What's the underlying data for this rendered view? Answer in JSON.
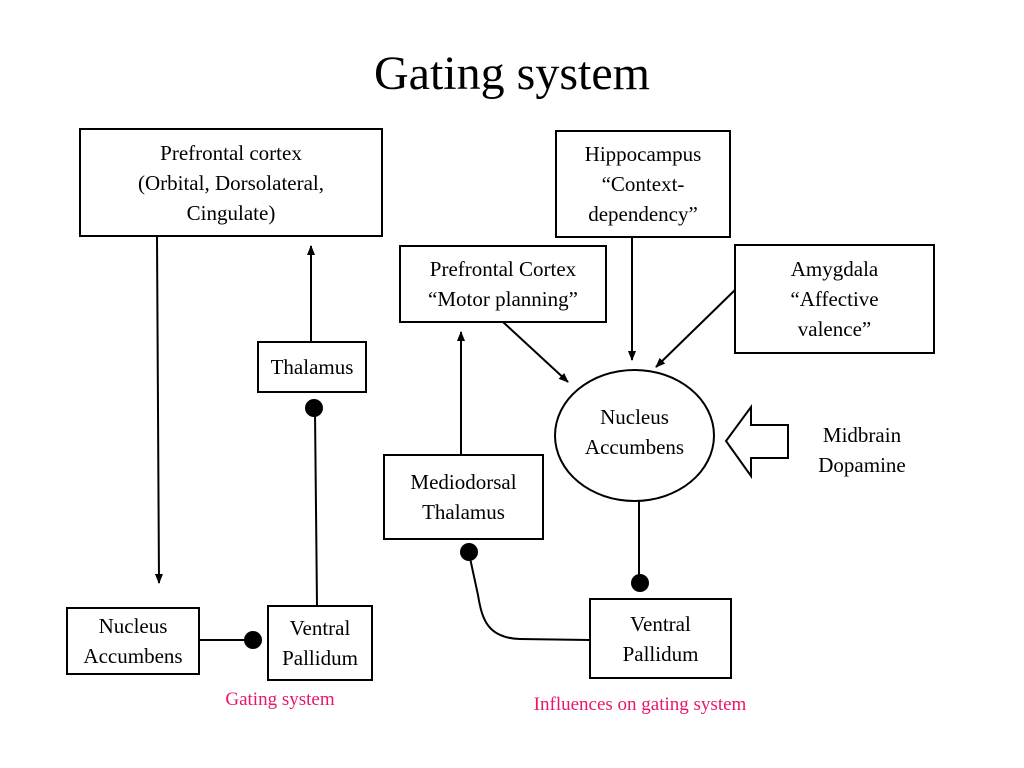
{
  "title": "Gating system",
  "nodes": {
    "pfc_main": [
      "Prefrontal cortex",
      "(Orbital, Dorsolateral,",
      "Cingulate)"
    ],
    "thalamus": [
      "Thalamus"
    ],
    "nacc_left": [
      "Nucleus",
      "Accumbens"
    ],
    "vp_left": [
      "Ventral",
      "Pallidum"
    ],
    "hippocampus": [
      "Hippocampus",
      "“Context-",
      "dependency”"
    ],
    "pfc_motor": [
      "Prefrontal Cortex",
      "“Motor planning”"
    ],
    "amygdala": [
      "Amygdala",
      "“Affective",
      "valence”"
    ],
    "nacc_right": [
      "Nucleus",
      "Accumbens"
    ],
    "md_thalamus": [
      "Mediodorsal",
      "Thalamus"
    ],
    "vp_right": [
      "Ventral",
      "Pallidum"
    ],
    "dopamine": [
      "Midbrain",
      "Dopamine"
    ]
  },
  "captions": {
    "left": "Gating system",
    "right": "Influences on gating system"
  },
  "colors": {
    "caption": "#e8176b",
    "stroke": "#000000"
  }
}
